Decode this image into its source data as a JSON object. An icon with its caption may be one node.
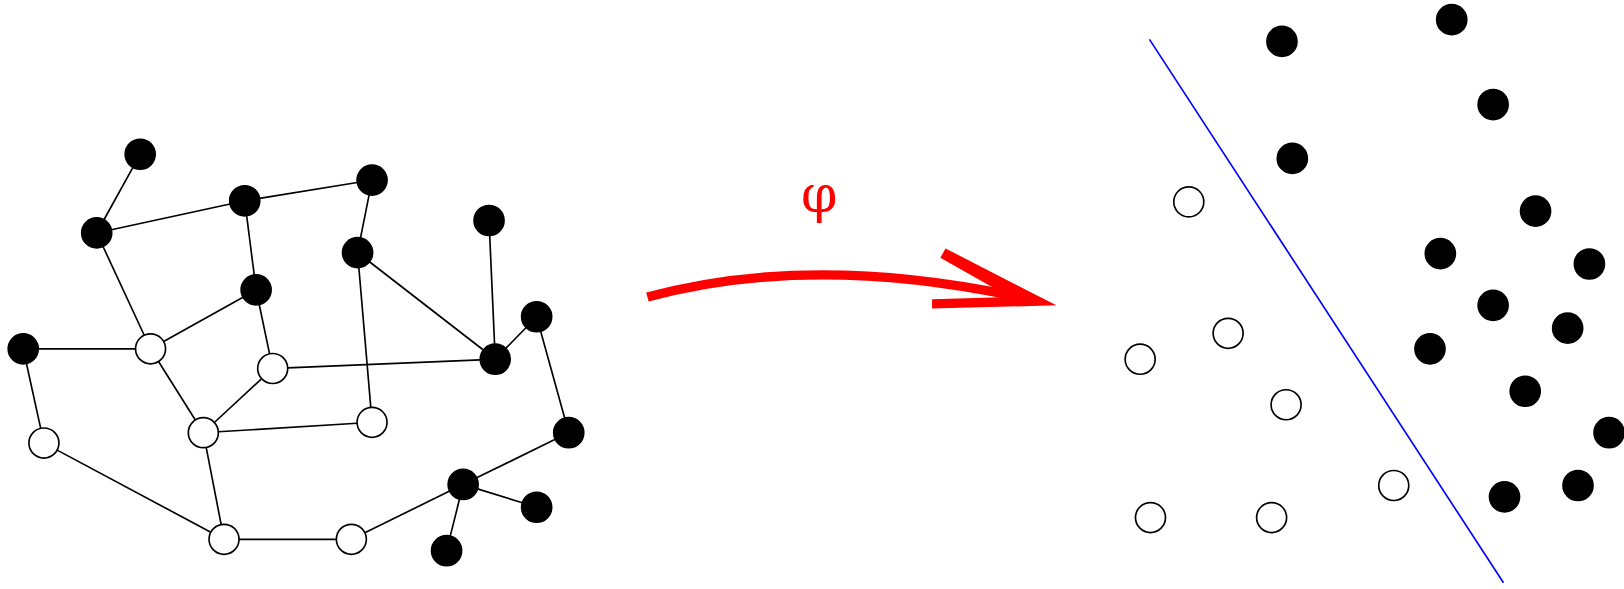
{
  "diagram": {
    "nodes": [
      {
        "text": [],
        "shape": "dot"
      },
      {
        "text": [],
        "shape": "dot"
      },
      {
        "text": [],
        "shape": "dot"
      },
      {
        "text": [],
        "shape": "dot"
      },
      {
        "text": [],
        "shape": "dot"
      },
      {
        "text": [],
        "shape": "dot"
      },
      {
        "text": [],
        "shape": "dot"
      },
      {
        "text": [],
        "shape": "dot"
      },
      {
        "text": [],
        "shape": "dot"
      },
      {
        "text": [],
        "shape": "circle"
      },
      {
        "text": [],
        "shape": "circle"
      },
      {
        "text": [],
        "shape": "dot"
      },
      {
        "text": [],
        "shape": "circle"
      },
      {
        "text": [],
        "shape": "circle"
      },
      {
        "text": [],
        "shape": "circle"
      },
      {
        "text": [],
        "shape": "dot"
      },
      {
        "text": [],
        "shape": "dot"
      },
      {
        "text": [],
        "shape": "dot"
      },
      {
        "text": [],
        "shape": "circle"
      },
      {
        "text": [],
        "shape": "circle"
      },
      {
        "text": [],
        "shape": "dot"
      },
      {
        "text": [],
        "shape": "dot"
      },
      {
        "text": [],
        "shape": "dot"
      },
      {
        "text": [],
        "shape": "dot"
      },
      {
        "text": [],
        "shape": "dot"
      },
      {
        "text": [],
        "shape": "circle"
      },
      {
        "text": [],
        "shape": "dot"
      },
      {
        "text": [],
        "shape": "dot"
      },
      {
        "text": [],
        "shape": "dot"
      },
      {
        "text": [],
        "shape": "dot"
      },
      {
        "text": [],
        "shape": "dot"
      },
      {
        "text": [],
        "shape": "circle"
      },
      {
        "text": [],
        "shape": "dot"
      },
      {
        "text": [],
        "shape": "dot"
      },
      {
        "text": [],
        "shape": "circle"
      },
      {
        "text": [],
        "shape": "dot"
      },
      {
        "text": [],
        "shape": "circle"
      },
      {
        "text": [],
        "shape": "dot"
      },
      {
        "text": [],
        "shape": "dot"
      },
      {
        "text": [],
        "shape": "circle"
      },
      {
        "text": [],
        "shape": "circle"
      },
      {
        "text": [],
        "shape": "circle"
      }
    ],
    "edges": [
      {
        "from": 0,
        "to": 1,
        "arrow": "none"
      },
      {
        "from": 1,
        "to": 2,
        "arrow": "none"
      },
      {
        "from": 2,
        "to": 3,
        "arrow": "none"
      },
      {
        "from": 3,
        "to": 5,
        "arrow": "none"
      },
      {
        "from": 2,
        "to": 6,
        "arrow": "none"
      },
      {
        "from": 1,
        "to": 9,
        "arrow": "none"
      },
      {
        "from": 9,
        "to": 6,
        "arrow": "none"
      },
      {
        "from": 6,
        "to": 10,
        "arrow": "none"
      },
      {
        "from": 5,
        "to": 11,
        "arrow": "none"
      },
      {
        "from": 5,
        "to": 13,
        "arrow": "none"
      },
      {
        "from": 4,
        "to": 11,
        "arrow": "none"
      },
      {
        "from": 11,
        "to": 7,
        "arrow": "none"
      },
      {
        "from": 7,
        "to": 15,
        "arrow": "none"
      },
      {
        "from": 10,
        "to": 11,
        "arrow": "none"
      },
      {
        "from": 8,
        "to": 9,
        "arrow": "none"
      },
      {
        "from": 8,
        "to": 14,
        "arrow": "none"
      },
      {
        "from": 9,
        "to": 12,
        "arrow": "none"
      },
      {
        "from": 12,
        "to": 10,
        "arrow": "none"
      },
      {
        "from": 12,
        "to": 13,
        "arrow": "none"
      },
      {
        "from": 12,
        "to": 18,
        "arrow": "none"
      },
      {
        "from": 14,
        "to": 18,
        "arrow": "none"
      },
      {
        "from": 18,
        "to": 19,
        "arrow": "none"
      },
      {
        "from": 19,
        "to": 16,
        "arrow": "none"
      },
      {
        "from": 16,
        "to": 15,
        "arrow": "none"
      },
      {
        "from": 16,
        "to": 17,
        "arrow": "none"
      },
      {
        "from": 16,
        "to": 20,
        "arrow": "none"
      }
    ],
    "labels": [
      "φ"
    ]
  }
}
